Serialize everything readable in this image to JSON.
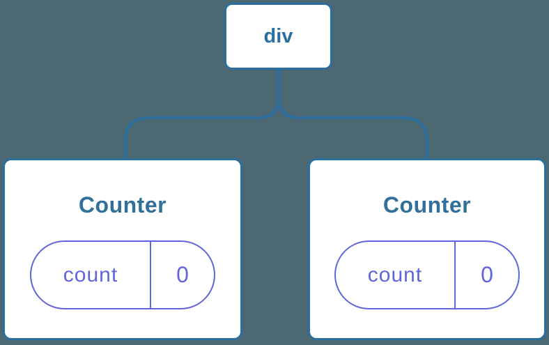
{
  "colors": {
    "background": "#4C6872",
    "blue": "#2B6F9E",
    "title": "#30709B",
    "purple": "#6065DB",
    "card": "#FFFFFF"
  },
  "tree": {
    "root": {
      "label": "div"
    },
    "children": [
      {
        "title": "Counter",
        "state_key": "count",
        "state_value": "0"
      },
      {
        "title": "Counter",
        "state_key": "count",
        "state_value": "0"
      }
    ]
  }
}
